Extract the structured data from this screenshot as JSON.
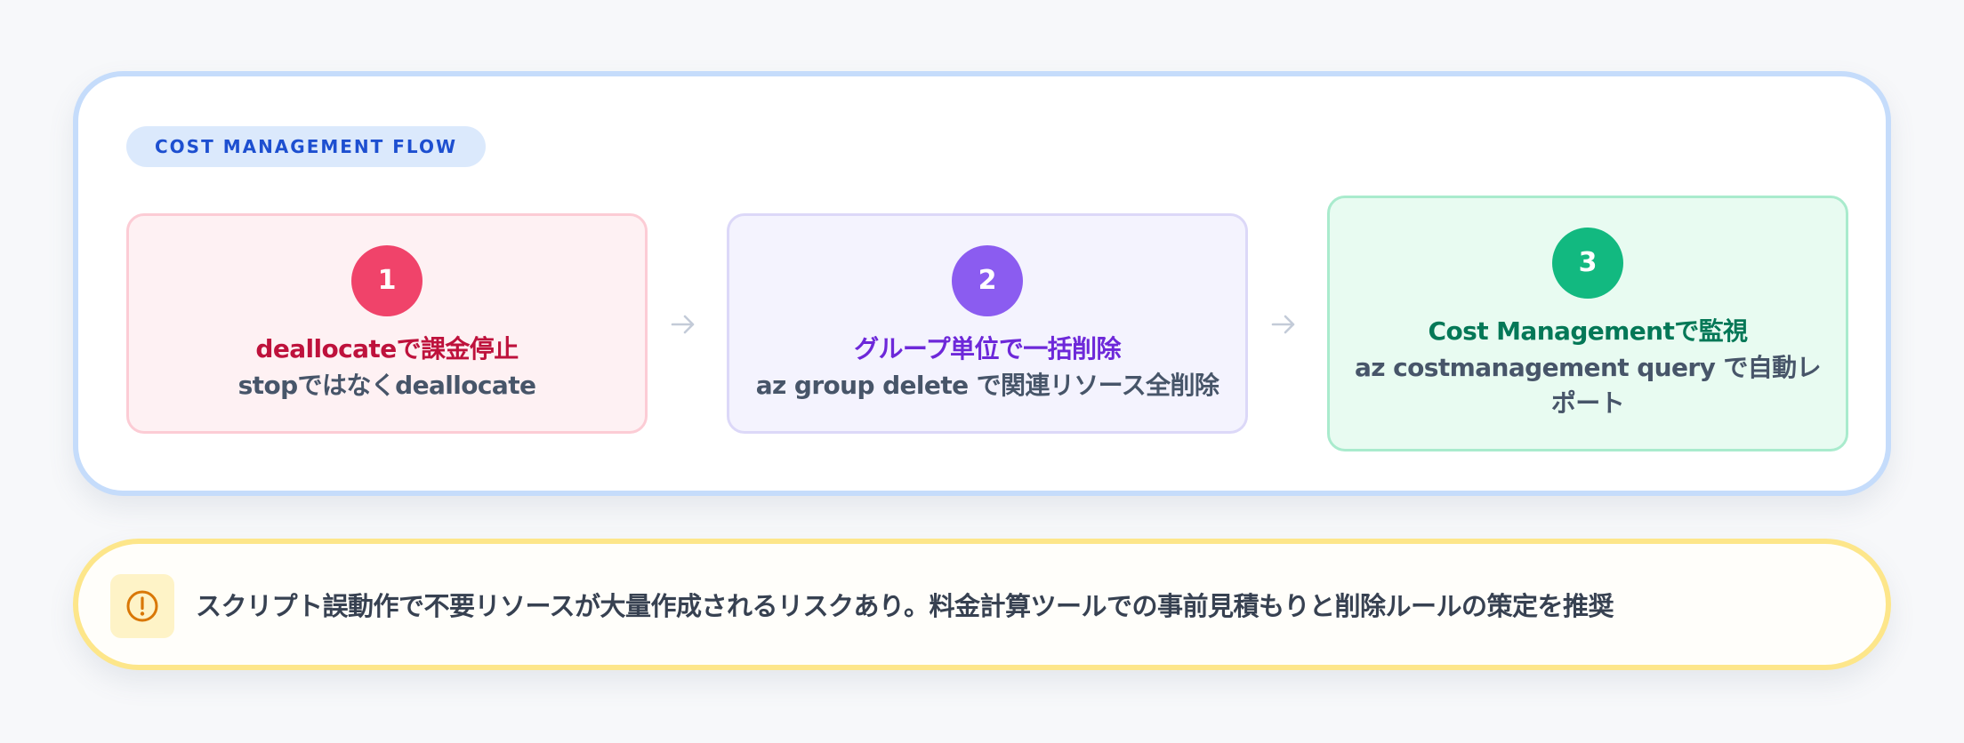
{
  "flow": {
    "tag": "COST MANAGEMENT FLOW",
    "steps": [
      {
        "number": "1",
        "title": "deallocateで課金停止",
        "description": "stopではなくdeallocate"
      },
      {
        "number": "2",
        "title": "グループ単位で一括削除",
        "description": "az group delete で関連リソース全削除"
      },
      {
        "number": "3",
        "title": "Cost Managementで監視",
        "description": "az costmanagement query で自動レポート"
      }
    ],
    "arrow_icon": "arrow-right-icon"
  },
  "warning": {
    "icon": "exclamation-circle-icon",
    "text": "スクリプト誤動作で不要リソースが大量作成されるリスクあり。料金計算ツールでの事前見積もりと削除ルールの策定を推奨"
  },
  "colors": {
    "step1_accent": "#f0436a",
    "step2_accent": "#8b5cf0",
    "step3_accent": "#12b980",
    "warning_accent": "#d97706",
    "tag_text": "#1d4fd0"
  }
}
